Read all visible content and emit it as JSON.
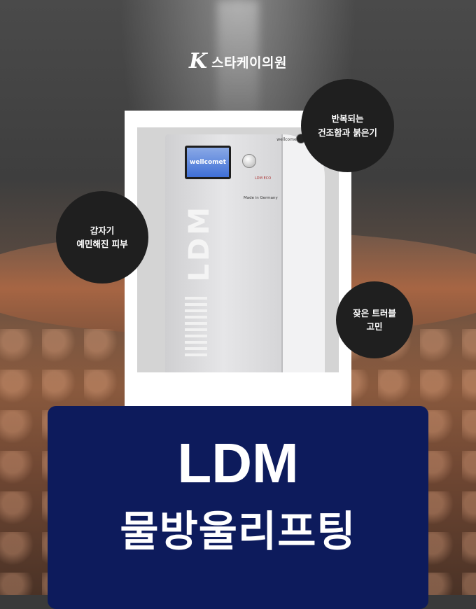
{
  "logo": {
    "mark": "K",
    "text": "스타케이의원"
  },
  "device": {
    "brand": "wellcomet",
    "screen_text": "wellcomet",
    "model_tag": "LDM ECO",
    "made_in": "Made in Germany",
    "vertical_label": "LDM"
  },
  "bubbles": [
    {
      "line1": "반복되는",
      "line2": "건조함과 붉은기"
    },
    {
      "line1": "갑자기",
      "line2": "예민해진 피부"
    },
    {
      "line1": "잦은 트러블",
      "line2": "고민"
    }
  ],
  "title": "LDM",
  "subtitle": "물방울리프팅",
  "colors": {
    "panel": "#0d1b5c",
    "bubble": "#1f1f1f",
    "text": "#ffffff"
  }
}
